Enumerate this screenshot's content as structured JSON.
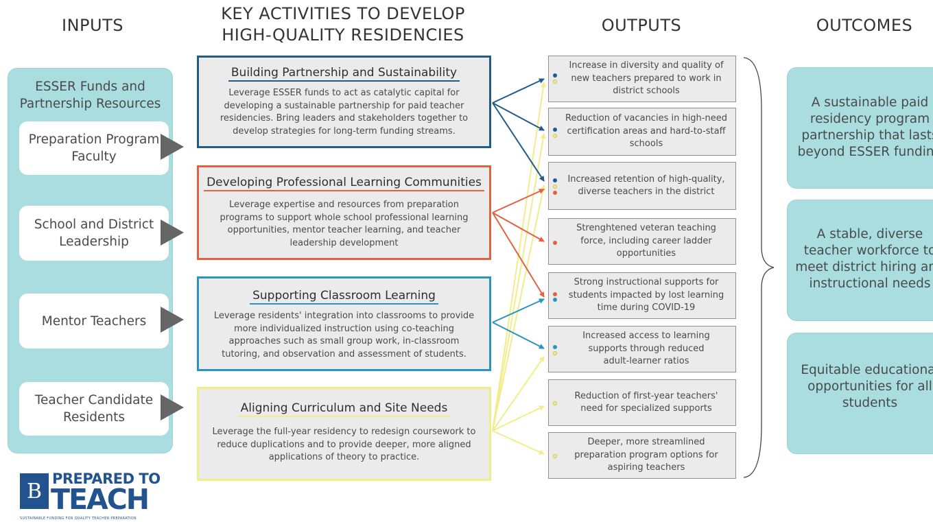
{
  "headers": {
    "inputs": "INPUTS",
    "activities_line1": "KEY ACTIVITIES TO DEVELOP",
    "activities_line2": "HIGH-QUALITY RESIDENCIES",
    "outputs": "OUTPUTS",
    "outcomes": "OUTCOMES"
  },
  "inputs": {
    "title_line1": "ESSER Funds and",
    "title_line2": "Partnership Resources",
    "items": [
      {
        "line1": "Preparation Program",
        "line2": "Faculty"
      },
      {
        "line1": "School and District",
        "line2": "Leadership"
      },
      {
        "line1": "Mentor Teachers",
        "line2": ""
      },
      {
        "line1": "Teacher Candidate",
        "line2": "Residents"
      }
    ]
  },
  "activities": [
    {
      "title": "Building Partnership and Sustainability",
      "color": "#1f5c8c",
      "lines": [
        "Leverage ESSER funds to act as catalytic capital for",
        "developing a sustainable partnership for paid teacher",
        "residencies. Bring leaders and stakeholders together to",
        "develop strategies for long-term funding streams."
      ]
    },
    {
      "title": "Developing Professional Learning Communities",
      "color": "#e2623f",
      "lines": [
        "Leverage expertise and resources from preparation",
        "programs to support  whole school professional learning",
        "opportunities, mentor teacher learning, and teacher",
        "leadership development"
      ]
    },
    {
      "title": "Supporting Classroom Learning",
      "color": "#2a93c6",
      "lines": [
        "Leverage residents' integration into classrooms to provide",
        "more individualized instruction using co-teaching",
        "approaches such as small group work, in-classroom",
        "tutoring, and observation and assessment of students."
      ]
    },
    {
      "title": "Aligning Curriculum and Site Needs",
      "color": "#f2ec8a",
      "lines": [
        "Leverage the full-year residency to redesign coursework to",
        "reduce duplications and to provide deeper, more aligned",
        "applications of theory to practice."
      ]
    }
  ],
  "outputs": [
    {
      "lines": [
        "Increase in diversity and quality of",
        "new teachers prepared to work in",
        "district schools"
      ],
      "dots": [
        "#1f5c8c",
        "#f2ec8a"
      ]
    },
    {
      "lines": [
        "Reduction of vacancies in high-need",
        "certification areas and hard-to-staff",
        "schools"
      ],
      "dots": [
        "#1f5c8c",
        "#f2ec8a"
      ]
    },
    {
      "lines": [
        "Increased retention of high-quality,",
        "diverse teachers in the district"
      ],
      "dots": [
        "#1f5c8c",
        "#f2ec8a",
        "#e2623f"
      ]
    },
    {
      "lines": [
        "Strenghtened veteran teaching",
        "force, including career ladder",
        "opportunities"
      ],
      "dots": [
        "#e2623f"
      ]
    },
    {
      "lines": [
        "Strong instructional supports for",
        "students impacted by lost learning",
        "time during COVID-19"
      ],
      "dots": [
        "#e2623f",
        "#2a93c6"
      ]
    },
    {
      "lines": [
        "Increased access to learning",
        "supports through reduced",
        "adult-learner ratios"
      ],
      "dots": [
        "#2a93c6",
        "#f2ec8a"
      ]
    },
    {
      "lines": [
        "Reduction of first-year teachers'",
        "need for specialized supports"
      ],
      "dots": [
        "#f2ec8a"
      ]
    },
    {
      "lines": [
        "Deeper, more streamlined",
        "preparation program options for",
        "aspiring teachers"
      ],
      "dots": [
        "#f2ec8a"
      ]
    }
  ],
  "outcomes": [
    {
      "lines": [
        "A sustainable paid",
        "residency program",
        "partnership that lasts",
        "beyond ESSER funding"
      ]
    },
    {
      "lines": [
        "A stable, diverse",
        "teacher workforce to",
        "meet district hiring and",
        "instructional needs"
      ]
    },
    {
      "lines": [
        "Equitable educational",
        "opportunities for all",
        "students"
      ]
    }
  ],
  "logo": {
    "line1": "PREPARED TO",
    "line2": "TEACH",
    "tagline": "SUSTAINABLE FUNDING FOR QUALITY TEACHER PREPARATION",
    "mark": "B"
  }
}
